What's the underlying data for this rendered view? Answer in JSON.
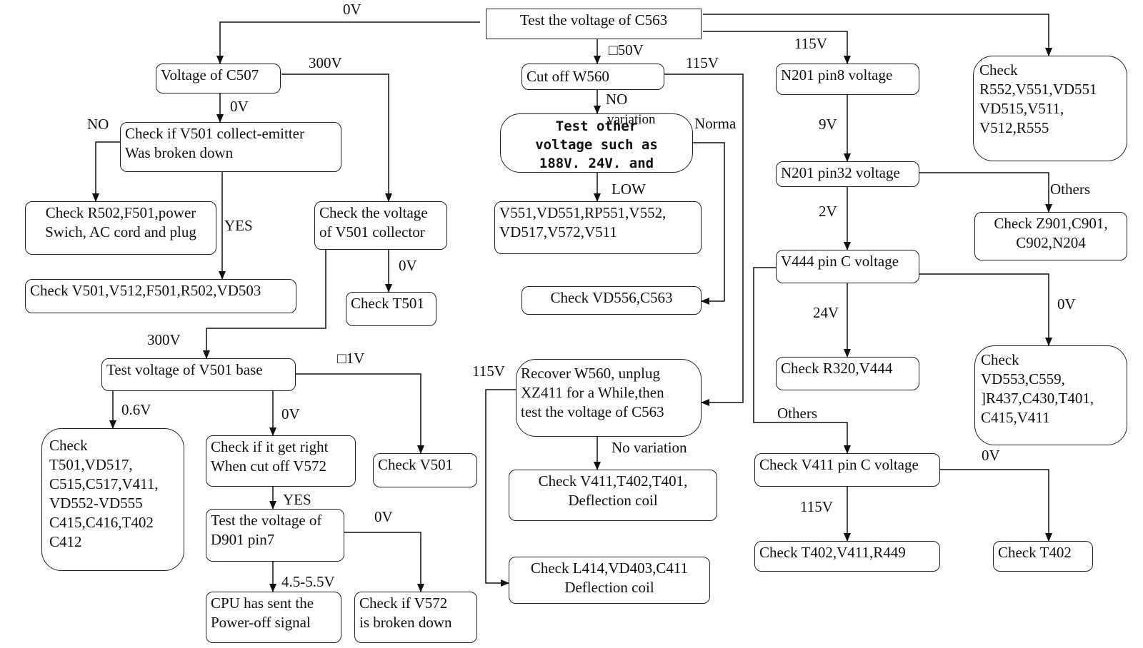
{
  "boxes": {
    "test_c563": "Test the voltage of C563",
    "voltage_c507": "Voltage of C507",
    "check_v501_ce": "Check if V501 collect-emitter\nWas broken down",
    "check_r502": "Check R502,F501,power\nSwich, AC cord and plug",
    "check_v501_list": "Check V501,V512,F501,R502,VD503",
    "check_v501_collector": "Check the voltage\nof V501 collector",
    "check_t501": "Check T501",
    "test_v501_base": "Test voltage of V501 base",
    "check_t501_list": "Check\nT501,VD517,\nC515,C517,V411,\nVD552-VD555\nC415,C416,T402\nC412",
    "check_cut_v572": "Check if it get right\nWhen cut off V572",
    "check_v501": "Check V501",
    "test_d901": "Test the voltage of\nD901 pin7",
    "cpu_poweroff": "CPU has sent the\nPower-off  signal",
    "check_v572": "Check if V572\nis broken down",
    "cut_w560": "Cut  off  W560",
    "test_other": "Test other\nvoltage such as\n188V. 24V. and",
    "v551_list": "V551,VD551,RP551,V552,\nVD517,V572,V511",
    "check_vd556": "Check VD556,C563",
    "recover_w560": "Recover W560, unplug\nXZ411 for a While,then\ntest the voltage of C563",
    "check_v411_t402": "Check V411,T402,T401,\nDeflection coil",
    "check_l414": "Check L414,VD403,C411\nDeflection coil",
    "n201_pin8": "N201 pin8 voltage",
    "n201_pin32": "N201 pin32 voltage",
    "v444_pinc": "V444 pin C voltage",
    "check_r320": "Check R320,V444",
    "check_v411_pinc": "Check V411 pin C voltage",
    "check_t402_v411": "Check T402,V411,R449",
    "check_t402": "Check T402",
    "check_r552": "Check\nR552,V551,VD551\nVD515,V511,\nV512,R555",
    "check_z901": "Check Z901,C901,\nC902,N204",
    "check_vd553": "Check\nVD553,C559,\n]R437,C430,T401,\nC415,V411"
  },
  "labels": {
    "l_0v_top": "0V",
    "l_300v_a": "300V",
    "l_0v_a": "0V",
    "l_no_a": "NO",
    "l_yes_a": "YES",
    "l_0v_b": "0V",
    "l_300v_b": "300V",
    "l_1v": "□1V",
    "l_06v": "0.6V",
    "l_0v_c": "0V",
    "l_yes_b": "YES",
    "l_0v_d": "0V",
    "l_45v": "4.5-5.5V",
    "l_50v": "□50V",
    "l_115v_a": "115V",
    "l_no_b": "NO",
    "l_variation": "variation",
    "l_norma": "Norma",
    "l_low": "LOW",
    "l_115v_b": "115V",
    "l_novar": "No variation",
    "l_115v_c": "115V",
    "l_9v": "9V",
    "l_2v": "2V",
    "l_others_a": "Others",
    "l_24v": "24V",
    "l_0v_e": "0V",
    "l_others_b": "Others",
    "l_0v_f": "0V",
    "l_115v_d": "115V"
  }
}
